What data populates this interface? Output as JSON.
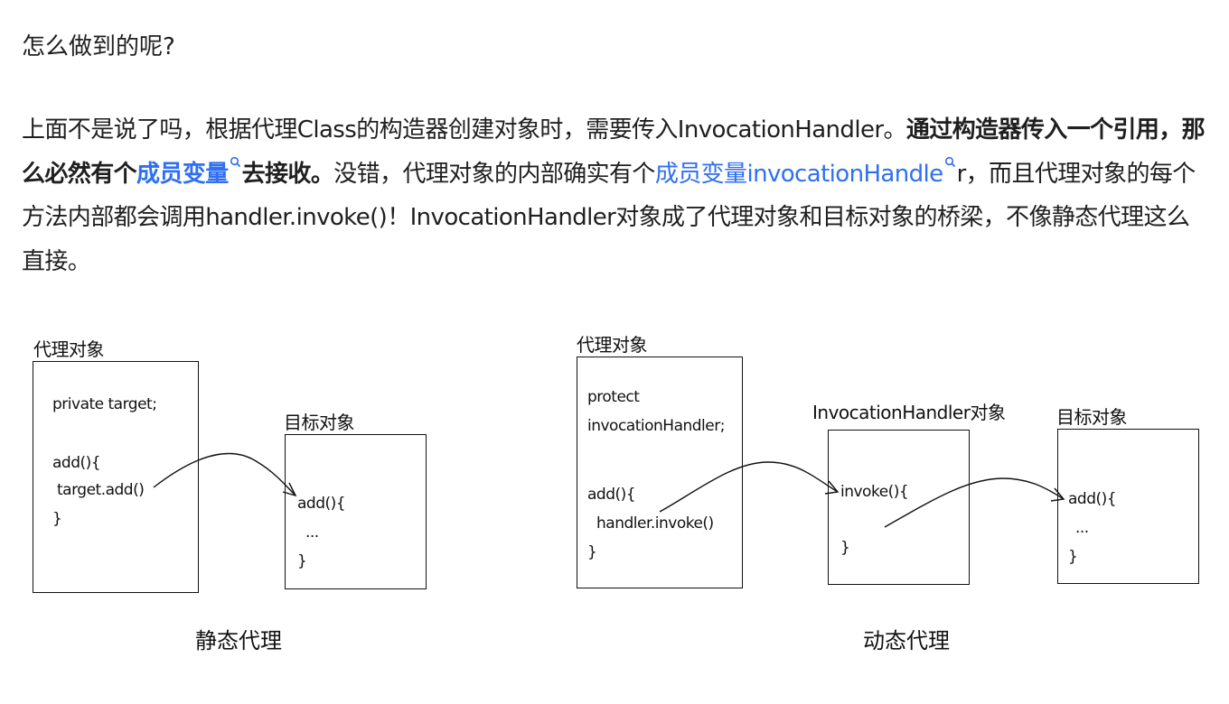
{
  "heading": "怎么做到的呢?",
  "paragraph": {
    "t1": "上面不是说了吗，根据代理Class的构造器创建对象时，需要传入InvocationHandler。",
    "b1": "通过构造器传入一个引用，那么必然有个",
    "link1": "成员变量",
    "b2": "去接收。",
    "t2": "没错，代理对象的内部确实有个",
    "link2": "成员变量invocationHandle",
    "t3": "r，而且代理对象的每个方法内部都会调用handler.invoke()！InvocationHandler对象成了代理对象和目标对象的桥梁，不像静态代理这么直接。"
  },
  "link_color": "#2f6ff2",
  "link_icon": "search-icon",
  "diagram": {
    "static": {
      "proxy_title": "代理对象",
      "proxy_lines": [
        "private target;",
        "add(){",
        "target.add()",
        "}"
      ],
      "target_title": "目标对象",
      "target_lines": [
        "add(){",
        "...",
        "}"
      ],
      "caption": "静态代理"
    },
    "dynamic": {
      "proxy_title": "代理对象",
      "proxy_lines": [
        "protect",
        "invocationHandler;",
        "add(){",
        "handler.invoke()",
        "}"
      ],
      "handler_title": "InvocationHandler对象",
      "handler_lines": [
        "invoke(){",
        "}"
      ],
      "target_title": "目标对象",
      "target_lines": [
        "add(){",
        "...",
        "}"
      ],
      "caption": "动态代理"
    }
  }
}
